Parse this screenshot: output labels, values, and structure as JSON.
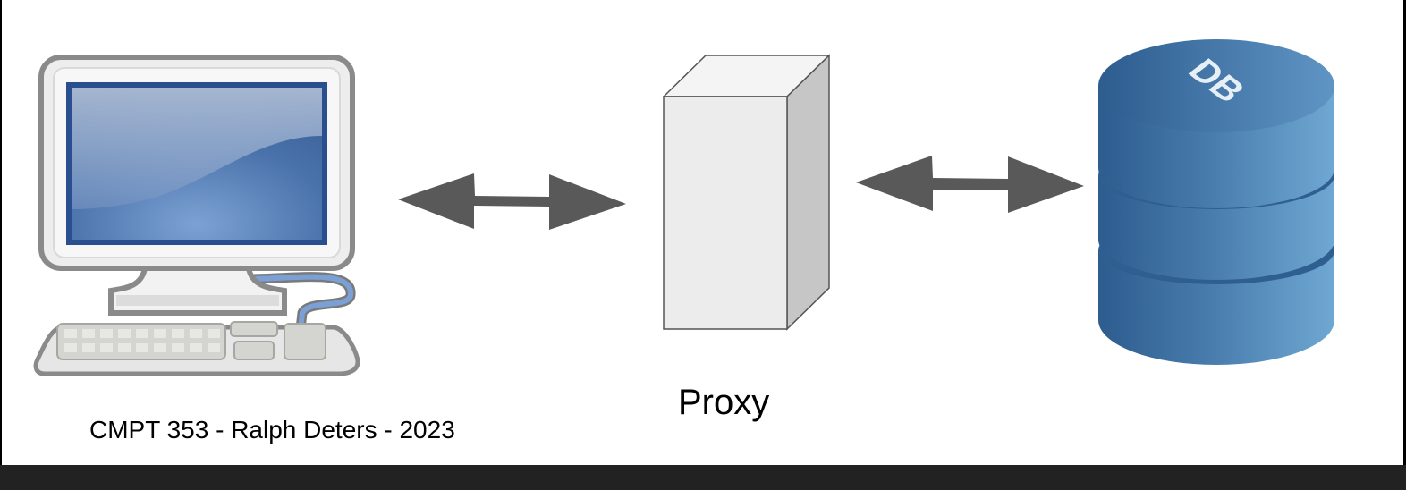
{
  "slide": {
    "credit": "CMPT 353 - Ralph Deters - 2023"
  },
  "nodes": {
    "client": {
      "icon": "desktop-computer-icon"
    },
    "proxy": {
      "label": "Proxy",
      "icon": "server-tower-icon"
    },
    "database": {
      "label": "DB",
      "icon": "database-cylinder-icon"
    }
  },
  "connections": [
    {
      "from": "client",
      "to": "proxy",
      "type": "bidirectional-arrow"
    },
    {
      "from": "proxy",
      "to": "database",
      "type": "bidirectional-arrow"
    }
  ],
  "colors": {
    "arrow": "#595959",
    "db_dark": "#2d5c8f",
    "db_light": "#6fa8d2",
    "screen": "#3c64a0",
    "server_front": "#ececec",
    "server_side": "#c4c4c4",
    "bottom_bar": "#222222"
  }
}
